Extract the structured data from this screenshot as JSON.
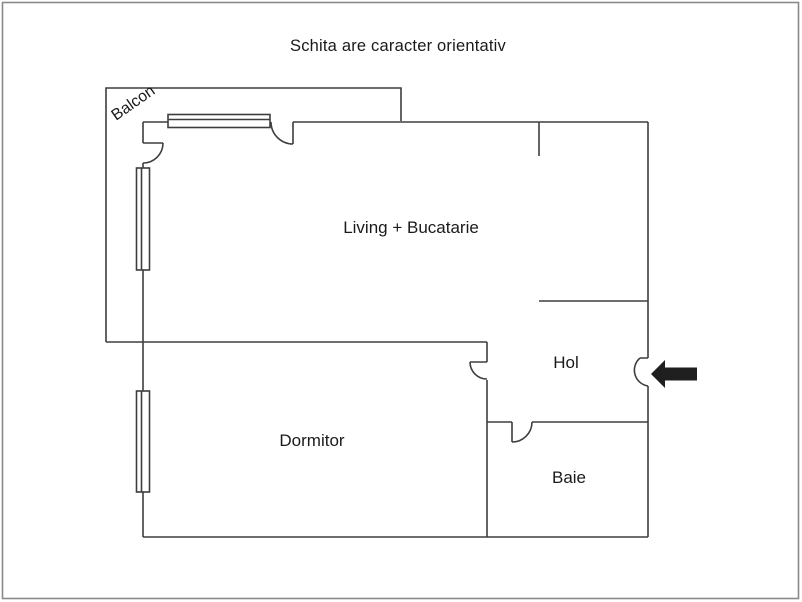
{
  "title": "Schita are caracter orientativ",
  "rooms": {
    "balcon": {
      "label": "Balcon"
    },
    "living": {
      "label": "Living + Bucatarie"
    },
    "dormitor": {
      "label": "Dormitor"
    },
    "hol": {
      "label": "Hol"
    },
    "baie": {
      "label": "Baie"
    }
  },
  "icons": {
    "entrance_arrow": "left-arrow"
  },
  "colors": {
    "wall": "#3e3e3e",
    "text": "#1a1a1a",
    "arrow": "#1f1f1f",
    "frame": "#8a8a8a",
    "background": "#ffffff"
  }
}
